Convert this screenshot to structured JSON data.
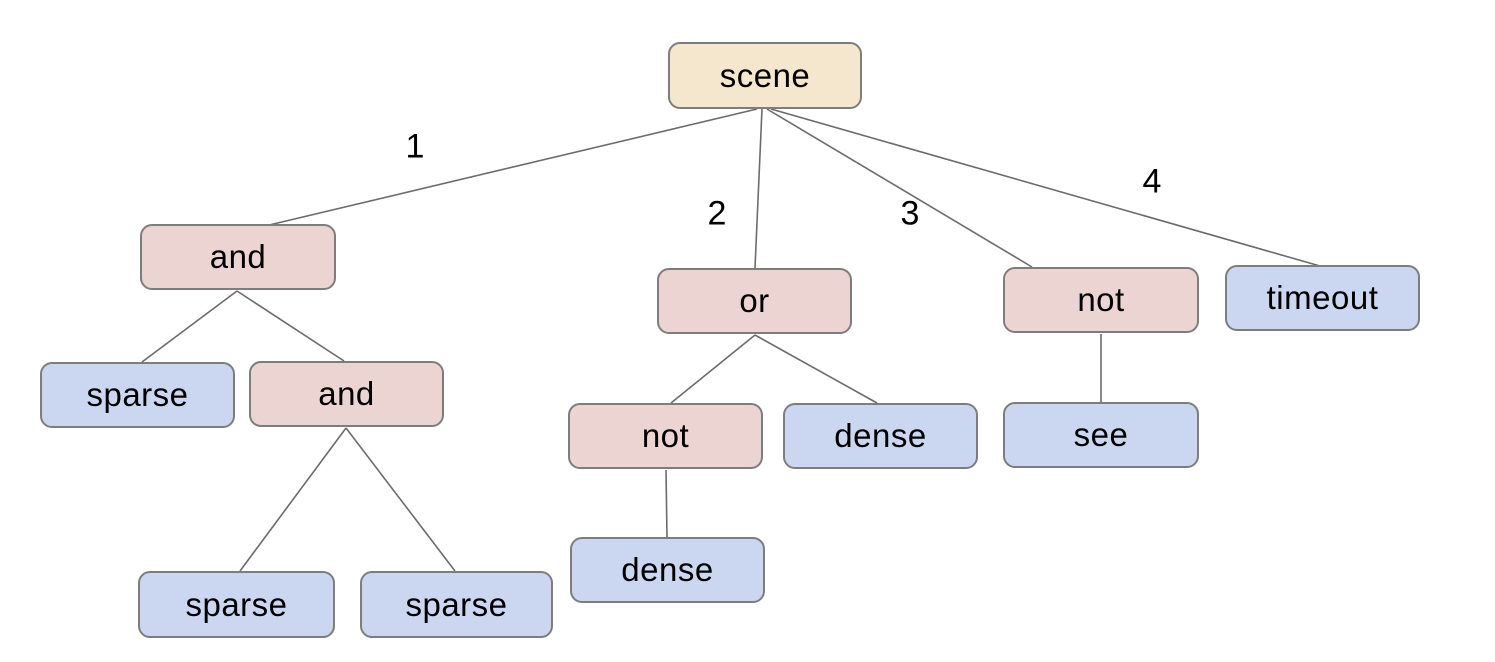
{
  "diagram": {
    "type": "tree",
    "root": "scene",
    "colors": {
      "root_fill": "#f5e7cd",
      "operator_fill": "#ecd4d2",
      "leaf_fill": "#cbd7f1",
      "node_border": "#7d7d7d",
      "edge_line": "#6b6b6b",
      "text": "#000000",
      "background": "#ffffff"
    },
    "nodes": [
      {
        "id": "scene",
        "label": "scene",
        "role": "root"
      },
      {
        "id": "and1",
        "label": "and",
        "role": "operator"
      },
      {
        "id": "or1",
        "label": "or",
        "role": "operator"
      },
      {
        "id": "not1",
        "label": "not",
        "role": "operator"
      },
      {
        "id": "timeout",
        "label": "timeout",
        "role": "leaf"
      },
      {
        "id": "sparse1",
        "label": "sparse",
        "role": "leaf"
      },
      {
        "id": "and2",
        "label": "and",
        "role": "operator"
      },
      {
        "id": "not2",
        "label": "not",
        "role": "operator"
      },
      {
        "id": "dense1",
        "label": "dense",
        "role": "leaf"
      },
      {
        "id": "see",
        "label": "see",
        "role": "leaf"
      },
      {
        "id": "dense2",
        "label": "dense",
        "role": "leaf"
      },
      {
        "id": "sparse2",
        "label": "sparse",
        "role": "leaf"
      },
      {
        "id": "sparse3",
        "label": "sparse",
        "role": "leaf"
      }
    ],
    "edges": [
      {
        "from": "scene",
        "to": "and1",
        "label": "1"
      },
      {
        "from": "scene",
        "to": "or1",
        "label": "2"
      },
      {
        "from": "scene",
        "to": "not1",
        "label": "3"
      },
      {
        "from": "scene",
        "to": "timeout",
        "label": "4"
      },
      {
        "from": "and1",
        "to": "sparse1",
        "label": ""
      },
      {
        "from": "and1",
        "to": "and2",
        "label": ""
      },
      {
        "from": "and2",
        "to": "sparse2",
        "label": ""
      },
      {
        "from": "and2",
        "to": "sparse3",
        "label": ""
      },
      {
        "from": "or1",
        "to": "not2",
        "label": ""
      },
      {
        "from": "or1",
        "to": "dense1",
        "label": ""
      },
      {
        "from": "not2",
        "to": "dense2",
        "label": ""
      },
      {
        "from": "not1",
        "to": "see",
        "label": ""
      }
    ]
  }
}
